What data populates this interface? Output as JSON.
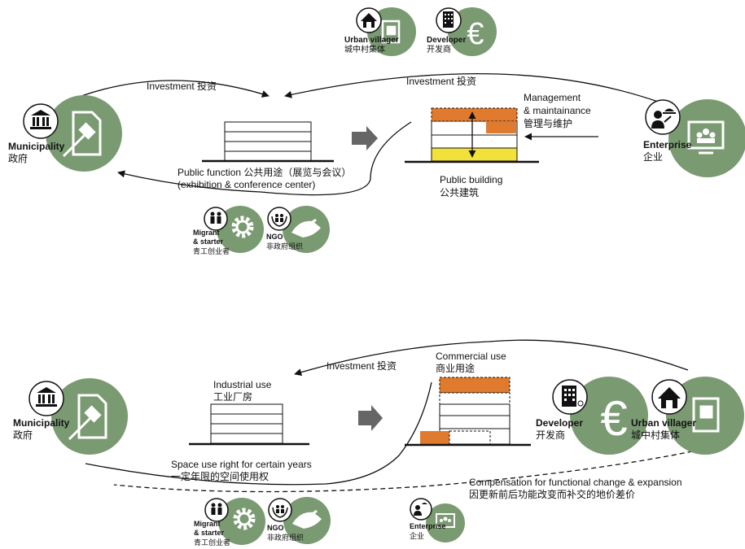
{
  "colors": {
    "green": "#7a9a72",
    "orange": "#e07a2e",
    "yellow": "#f2e13a",
    "arrow_gray": "#666666",
    "line": "#111111"
  },
  "top": {
    "municipality": {
      "en": "Municipality",
      "zh": "政府",
      "icon": "government-building-icon",
      "bg_icon": "document-gavel-icon"
    },
    "urban_villager": {
      "en": "Urban villager",
      "zh": "城中村集体",
      "icon": "house-icon",
      "bg_icon": "document-image-icon"
    },
    "developer": {
      "en": "Developer",
      "zh": "开发商",
      "icon": "office-building-icon",
      "bg_icon": "euro-icon"
    },
    "enterprise": {
      "en": "Enterprise",
      "zh": "企业",
      "icon": "presenter-icon",
      "bg_icon": "meeting-screen-icon"
    },
    "migrant": {
      "line1": "Migrant",
      "line2": "& starter",
      "zh": "青工创业者",
      "icon": "people-icon",
      "bg_icon": "gear-icon"
    },
    "ngo": {
      "en": "NGO",
      "zh": "非政府组织",
      "icon": "hands-people-icon",
      "bg_icon": "handshake-icon"
    },
    "investment_left": "Investment 投资",
    "investment_right": "Investment 投资",
    "management": {
      "line1": "Management",
      "line2": "& maintainance",
      "zh": "管理与维护"
    },
    "public_function": {
      "line1": "Public function 公共用途（展览与会议）",
      "line2": "(exhibition & conference center)"
    },
    "public_building": {
      "en": "Public building",
      "zh": "公共建筑"
    }
  },
  "bottom": {
    "municipality": {
      "en": "Municipality",
      "zh": "政府",
      "icon": "government-building-icon",
      "bg_icon": "document-gavel-icon"
    },
    "developer": {
      "en": "Developer",
      "zh": "开发商",
      "icon": "office-building-icon",
      "bg_icon": "euro-icon"
    },
    "urban_villager": {
      "en": "Urban villager",
      "zh": "城中村集体",
      "icon": "house-icon",
      "bg_icon": "document-image-icon"
    },
    "enterprise": {
      "en": "Enterprise",
      "zh": "企业",
      "icon": "presenter-icon",
      "bg_icon": "meeting-screen-icon"
    },
    "migrant": {
      "line1": "Migrant",
      "line2": "& starter",
      "zh": "青工创业者",
      "icon": "people-icon",
      "bg_icon": "gear-icon"
    },
    "ngo": {
      "en": "NGO",
      "zh": "非政府组织",
      "icon": "hands-people-icon",
      "bg_icon": "handshake-icon"
    },
    "investment": "Investment 投资",
    "industrial": {
      "en": "Industrial use",
      "zh": "工业厂房"
    },
    "commercial": {
      "en": "Commercial use",
      "zh": "商业用途"
    },
    "space_use": {
      "line1": "Space use right for certain years",
      "line2": "一定年限的空间使用权"
    },
    "compensation": {
      "line1": "Compensation for functional change & expansion",
      "line2": "因更新前后功能改变而补交的地价差价"
    }
  }
}
